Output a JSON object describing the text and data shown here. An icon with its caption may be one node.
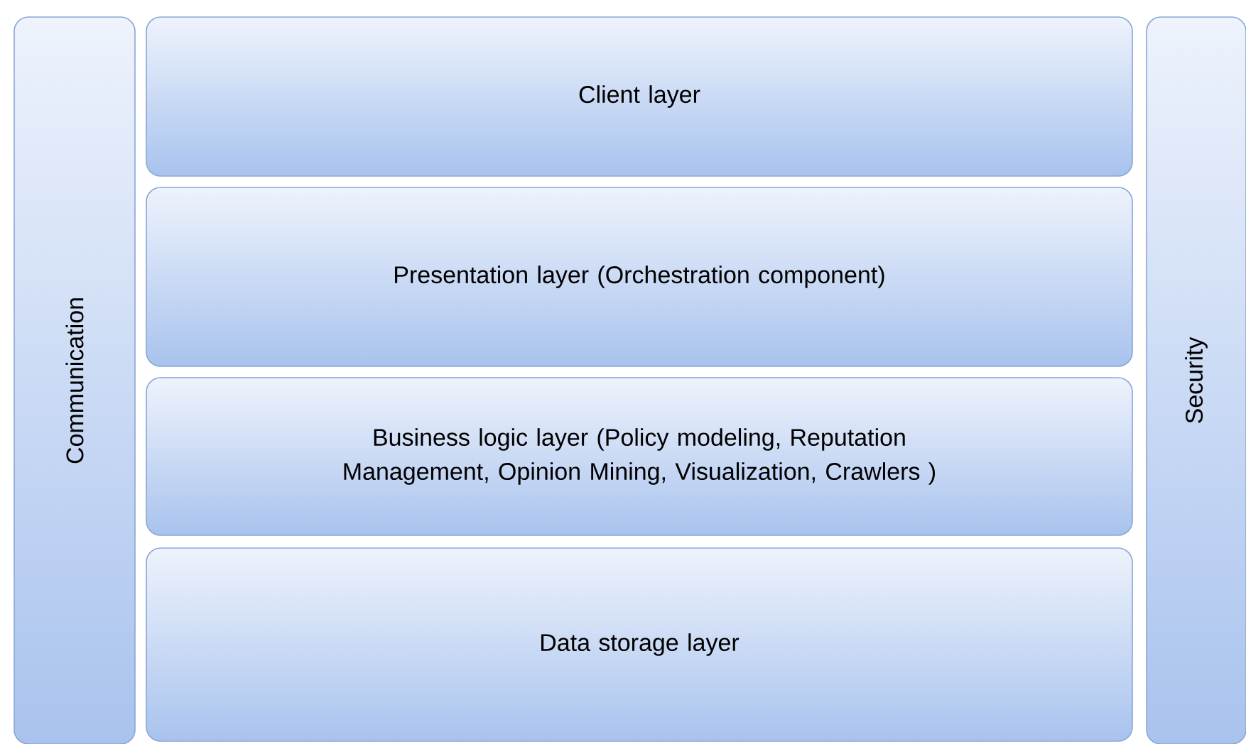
{
  "diagram": {
    "nodes": [
      {
        "text": [
          "Communication"
        ]
      },
      {
        "text": [
          "Client layer"
        ]
      },
      {
        "text": [
          "Presentation layer (Orchestration component)"
        ]
      },
      {
        "text": [
          "Business logic layer (Policy modeling, Reputation Management, Opinion Mining, Visualization, Crawlers )"
        ]
      },
      {
        "text": [
          "Data storage layer"
        ]
      },
      {
        "text": [
          "Security"
        ]
      }
    ]
  }
}
